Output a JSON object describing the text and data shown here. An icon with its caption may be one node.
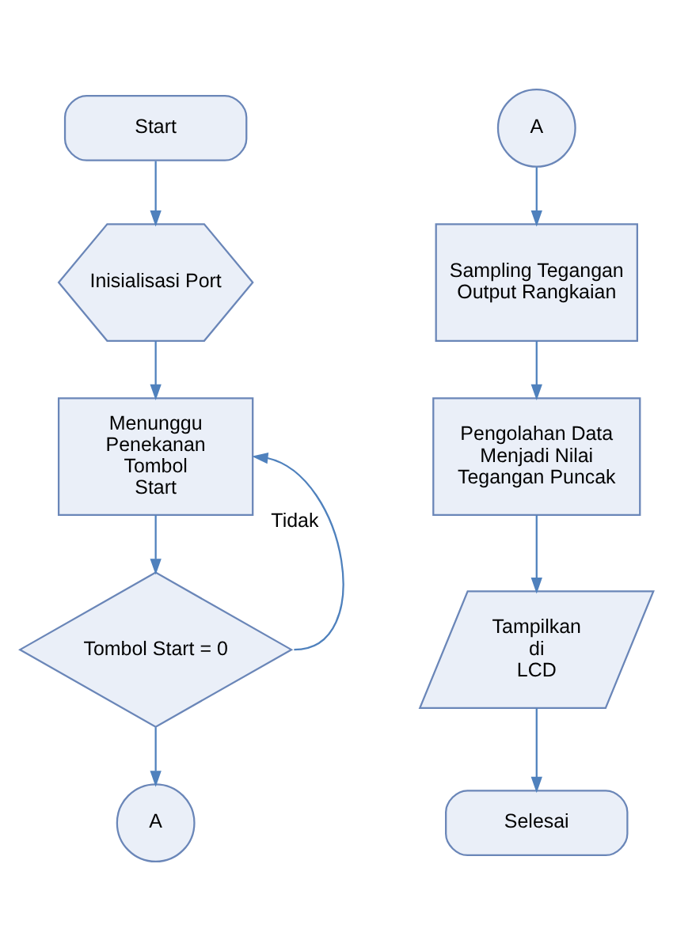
{
  "diagram": {
    "nodes": [
      {
        "text": [
          "Start"
        ]
      },
      {
        "text": [
          "Inisialisasi Port"
        ]
      },
      {
        "text": [
          "Menunggu Penekanan Tombol Start"
        ]
      },
      {
        "text": [
          "Tombol Start = 0"
        ]
      },
      {
        "text": [
          "A"
        ]
      },
      {
        "text": [
          "A"
        ]
      },
      {
        "text": [
          "Sampling Tegangan Output Rangkaian"
        ]
      },
      {
        "text": [
          "Pengolahan Data Menjadi Nilai Tegangan Puncak"
        ]
      },
      {
        "text": [
          "Tampilkan di LCD"
        ]
      },
      {
        "text": [
          "Selesai"
        ]
      }
    ],
    "edges": [
      {
        "from": 0,
        "to": 1,
        "arrow": "to"
      },
      {
        "from": 1,
        "to": 2,
        "arrow": "to"
      },
      {
        "from": 2,
        "to": 3,
        "arrow": "to"
      },
      {
        "from": 3,
        "to": 2,
        "arrow": "to",
        "label": "Tidak"
      },
      {
        "from": 3,
        "to": 4,
        "arrow": "to"
      },
      {
        "from": 5,
        "to": 6,
        "arrow": "to"
      },
      {
        "from": 6,
        "to": 7,
        "arrow": "to"
      },
      {
        "from": 7,
        "to": 8,
        "arrow": "to"
      },
      {
        "from": 8,
        "to": 9,
        "arrow": "to"
      }
    ]
  }
}
